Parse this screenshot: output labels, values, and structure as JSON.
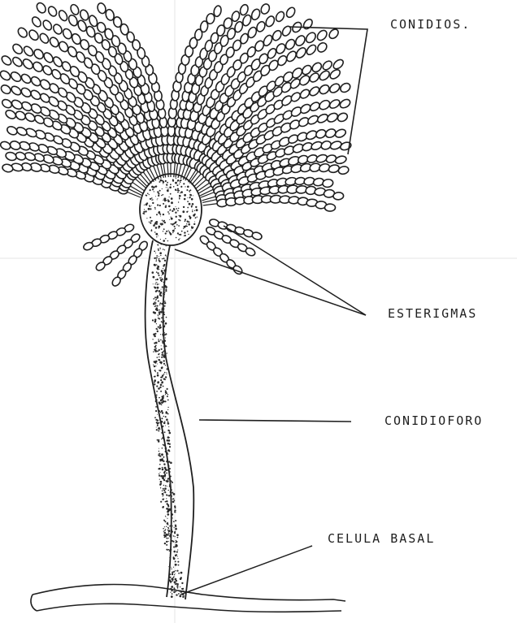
{
  "labels": {
    "conidios": "CONIDIOS.",
    "esterigmas": "ESTERIGMAS",
    "conidioforo": "CONIDIOFORO",
    "celula_basal": "CELULA BASAL"
  },
  "colors": {
    "ink": "#1f1f1f",
    "paper": "#ffffff",
    "fold_line": "#e6e6e6"
  }
}
